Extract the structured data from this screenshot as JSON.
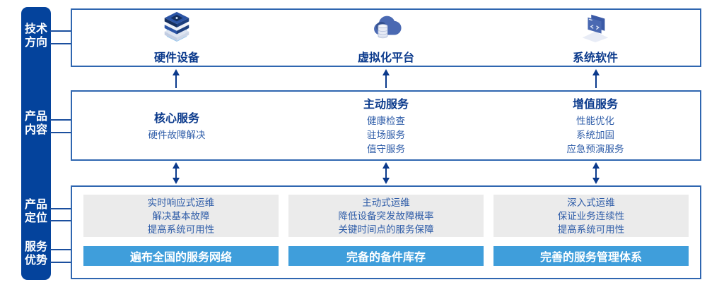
{
  "colors": {
    "sidebar_bg": "#04439c",
    "box_border": "#2f66b0",
    "heading_text": "#0b3a8c",
    "body_text": "#2e5ca8",
    "banner_bg": "#3f9edb",
    "banner_text": "#ffffff",
    "gray_block_bg": "#ebebeb",
    "arrow": "#0b3a8c"
  },
  "sidebar": {
    "labels": [
      "技术方向",
      "产品内容",
      "产品定位",
      "服务优势"
    ]
  },
  "tech_row": {
    "items": [
      {
        "label": "硬件设备",
        "icon": "server-stack-icon"
      },
      {
        "label": "虚拟化平台",
        "icon": "cloud-database-icon"
      },
      {
        "label": "系统软件",
        "icon": "code-window-icon"
      }
    ]
  },
  "content_row": {
    "columns": [
      {
        "heading": "核心服务",
        "items": [
          "硬件故障解决"
        ]
      },
      {
        "heading": "主动服务",
        "items": [
          "健康检查",
          "驻场服务",
          "值守服务"
        ]
      },
      {
        "heading": "增值服务",
        "items": [
          "性能优化",
          "系统加固",
          "应急预演服务"
        ]
      }
    ]
  },
  "position_row": {
    "columns": [
      {
        "lines": [
          "实时响应式运维",
          "解决基本故障",
          "提高系统可用性"
        ],
        "banner": "遍布全国的服务网络"
      },
      {
        "lines": [
          "主动式运维",
          "降低设备突发故障概率",
          "关键时间点的服务保障"
        ],
        "banner": "完备的备件库存"
      },
      {
        "lines": [
          "深入式运维",
          "保证业务连续性",
          "提高系统可用性"
        ],
        "banner": "完善的服务管理体系"
      }
    ]
  }
}
